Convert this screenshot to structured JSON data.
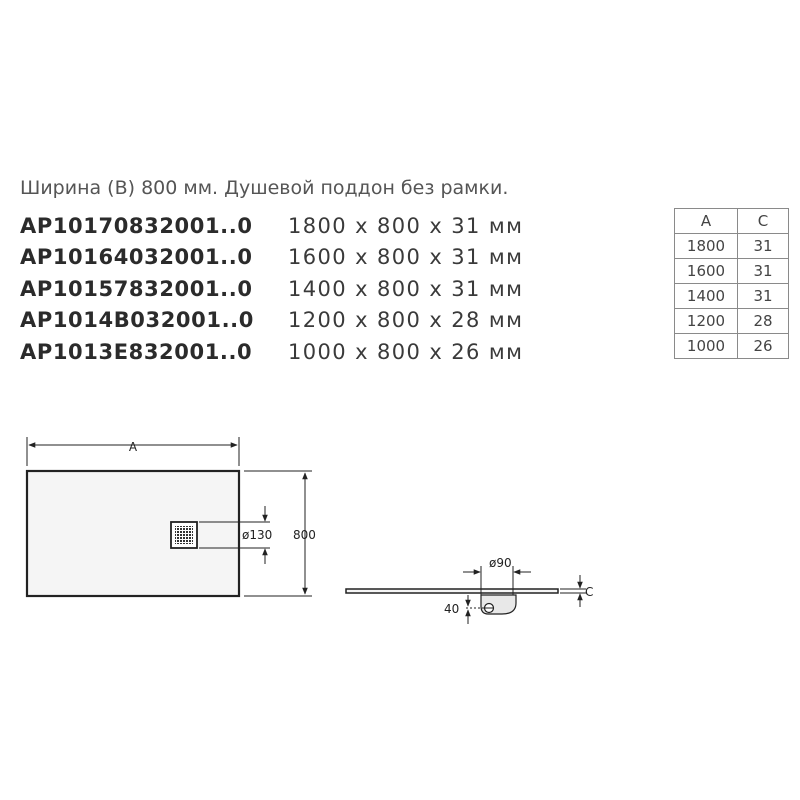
{
  "heading": "Ширина (В) 800 мм.  Душевой поддон без рамки.",
  "products": [
    {
      "code": "AP10170832001..0",
      "dims": "1800 x 800 x 31 мм"
    },
    {
      "code": "AP10164032001..0",
      "dims": "1600 x 800 x 31 мм"
    },
    {
      "code": "AP10157832001..0",
      "dims": "1400 x 800 x 31 мм"
    },
    {
      "code": "AP1014B032001..0",
      "dims": "1200 x 800 x 28 мм"
    },
    {
      "code": "AP1013E832001..0",
      "dims": "1000 x 800 x 26 мм"
    }
  ],
  "table": {
    "headers": [
      "A",
      "C"
    ],
    "rows": [
      [
        "1800",
        "31"
      ],
      [
        "1600",
        "31"
      ],
      [
        "1400",
        "31"
      ],
      [
        "1200",
        "28"
      ],
      [
        "1000",
        "26"
      ]
    ]
  },
  "drawing": {
    "width_label": "A",
    "drain_diameter_label": "ø130",
    "height_label": "800",
    "outlet_diameter_label": "ø90",
    "outlet_height_label": "40",
    "thickness_label": "C"
  },
  "colors": {
    "tray_fill": "#f5f5f5",
    "line": "#222222",
    "table_border": "#8a8a8a"
  }
}
